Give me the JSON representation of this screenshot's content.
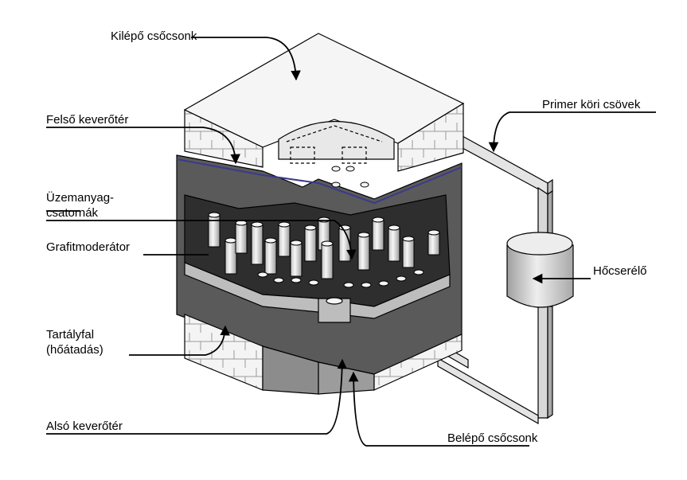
{
  "labels": {
    "outlet_nozzle": "Kilépő csőcsonk",
    "upper_mixing_space": "Felső keverőtér",
    "fuel_channels_line1": "Üzemanyag-",
    "fuel_channels_line2": "csatornák",
    "graphite_moderator": "Grafitmoderátor",
    "vessel_wall_line1": "Tartályfal",
    "vessel_wall_line2": "(hőátadás)",
    "lower_mixing_space": "Alsó keverőtér",
    "primary_pipes": "Primer köri csövek",
    "heat_exchanger": "Hőcserélő",
    "inlet_nozzle": "Belépő csőcsonk"
  },
  "colors": {
    "outline": "#000000",
    "light_face": "#f2f2f2",
    "mid_face": "#bdbdbd",
    "dark_face": "#5a5a5a",
    "darkest_face": "#2e2e2e",
    "seal_line": "#3a3a8c"
  }
}
